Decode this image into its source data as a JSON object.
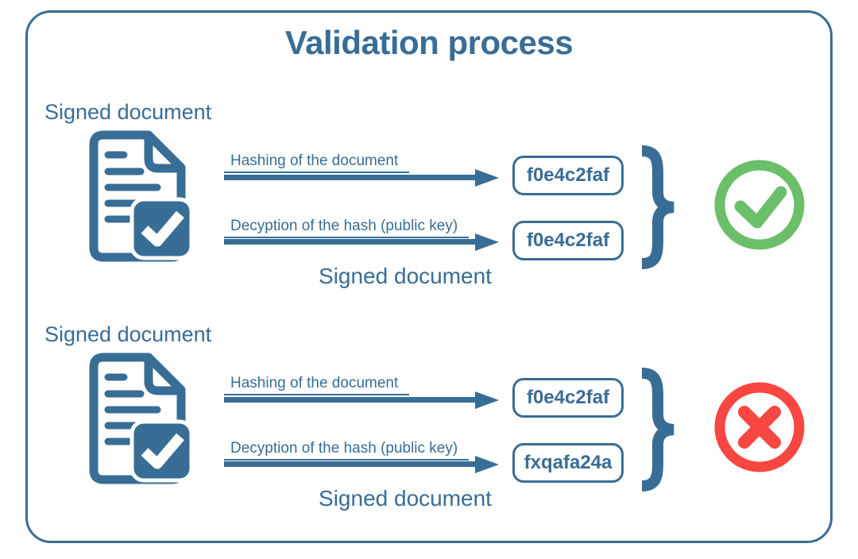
{
  "title": "Validation process",
  "colors": {
    "blue": "#386d96",
    "green": "#6bbf69",
    "red": "#f84640"
  },
  "sections": [
    {
      "source_label": "Signed document",
      "caption": "Signed document",
      "arrows": [
        {
          "label": "Hashing of the document",
          "result_hash": "f0e4c2faf"
        },
        {
          "label": "Decyption of the hash (public key)",
          "result_hash": "f0e4c2faf"
        }
      ],
      "outcome_icon": "check-circle"
    },
    {
      "source_label": "Signed document",
      "caption": "Signed document",
      "arrows": [
        {
          "label": "Hashing of the document",
          "result_hash": "f0e4c2faf"
        },
        {
          "label": "Decyption of the hash (public key)",
          "result_hash": "fxqafa24a"
        }
      ],
      "outcome_icon": "cross-circle"
    }
  ]
}
